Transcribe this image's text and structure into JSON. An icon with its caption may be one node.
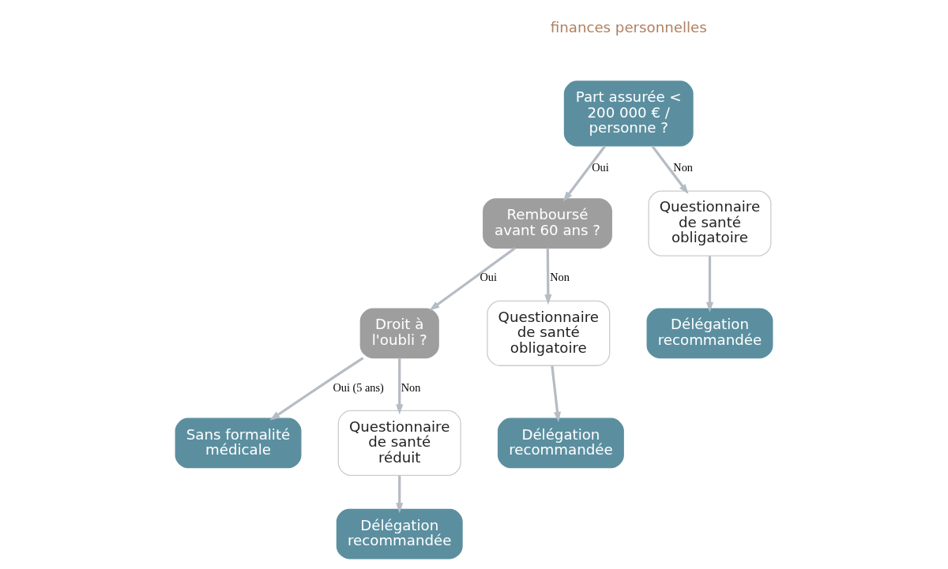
{
  "diagram": {
    "nodes": [
      {
        "text": [
          "Part assurée < 200 000 € / personne ?"
        ]
      },
      {
        "text": [
          "Remboursé avant 60 ans ?"
        ]
      },
      {
        "text": [
          "Questionnaire de santé obligatoire"
        ]
      },
      {
        "text": [
          "Droit à l'oubli ?"
        ]
      },
      {
        "text": [
          "Questionnaire de santé obligatoire"
        ]
      },
      {
        "text": [
          "Délégation recommandée"
        ]
      },
      {
        "text": [
          "Sans formalité médicale"
        ]
      },
      {
        "text": [
          "Questionnaire de santé réduit"
        ]
      },
      {
        "text": [
          "Délégation recommandée"
        ]
      },
      {
        "text": [
          "Délégation recommandée"
        ]
      }
    ],
    "edges": [
      {
        "from": 0,
        "to": 1,
        "arrow": "to",
        "label": "Oui"
      },
      {
        "from": 0,
        "to": 2,
        "arrow": "to",
        "label": "Non"
      },
      {
        "from": 1,
        "to": 3,
        "arrow": "to",
        "label": "Oui"
      },
      {
        "from": 1,
        "to": 4,
        "arrow": "to",
        "label": "Non"
      },
      {
        "from": 2,
        "to": 5,
        "arrow": "to"
      },
      {
        "from": 3,
        "to": 6,
        "arrow": "to",
        "label": "Oui (5 ans)"
      },
      {
        "from": 3,
        "to": 7,
        "arrow": "to",
        "label": "Non"
      },
      {
        "from": 4,
        "to": 8,
        "arrow": "to"
      },
      {
        "from": 7,
        "to": 9,
        "arrow": "to"
      }
    ],
    "labels": [
      "finances personnelles"
    ]
  }
}
